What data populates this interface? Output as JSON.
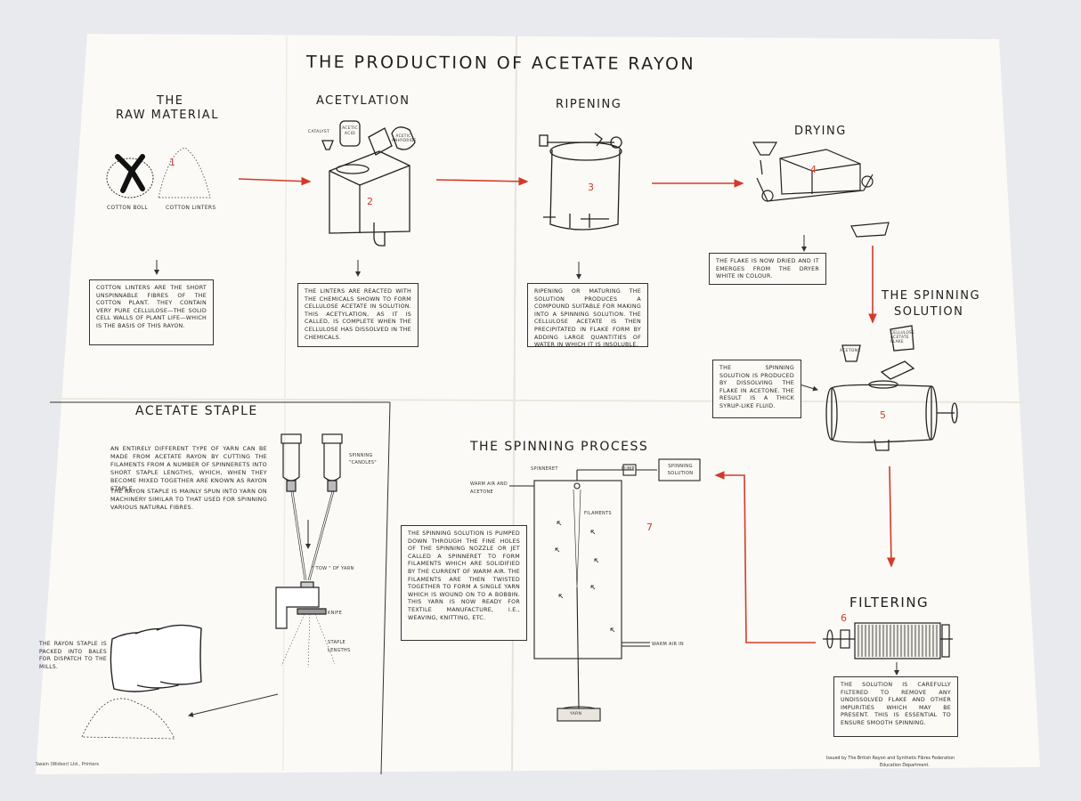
{
  "title": "THE PRODUCTION OF ACETATE RAYON",
  "colors": {
    "paper": "#fbfaf6",
    "ink": "#222222",
    "accent_red": "#d43a2a",
    "background": "#e9eaee"
  },
  "steps": {
    "raw_material": {
      "title_line1": "THE",
      "title_line2": "RAW MATERIAL",
      "number": "1",
      "label_left": "COTTON BOLL",
      "label_right": "COTTON LINTERS",
      "description": "COTTON LINTERS ARE THE SHORT UNSPINNABLE FIBRES OF THE COTTON PLANT. THEY CONTAIN VERY PURE CELLULOSE—THE SOLID CELL WALLS OF PLANT LIFE—WHICH IS THE BASIS OF THIS RAYON."
    },
    "acetylation": {
      "title": "ACETYLATION",
      "number": "2",
      "label_catalyst": "CATALYST",
      "label_acid": "ACETIC ACID",
      "label_anhydride": "ACETIC ANHYDRIDE",
      "description": "THE LINTERS ARE REACTED WITH THE CHEMICALS SHOWN TO FORM CELLULOSE ACETATE IN SOLUTION. THIS ACETYLATION, AS IT IS CALLED, IS COMPLETE WHEN THE CELLULOSE HAS DISSOLVED IN THE CHEMICALS."
    },
    "ripening": {
      "title": "RIPENING",
      "number": "3",
      "description": "RIPENING OR MATURING THE SOLUTION PRODUCES A COMPOUND SUITABLE FOR MAKING INTO A SPINNING SOLUTION. THE CELLULOSE ACETATE IS THEN PRECIPITATED IN FLAKE FORM BY ADDING LARGE QUANTITIES OF WATER IN WHICH IT IS INSOLUBLE."
    },
    "drying": {
      "title": "DRYING",
      "number": "4",
      "description": "THE FLAKE IS NOW DRIED AND IT EMERGES FROM THE DRYER WHITE IN COLOUR."
    },
    "spinning_solution": {
      "title_line1": "THE SPINNING",
      "title_line2": "SOLUTION",
      "number": "5",
      "label_acetone": "ACETONE",
      "label_flake": "CELLULOSE ACETATE FLAKE",
      "description": "THE SPINNING SOLUTION IS PRODUCED BY DISSOLVING THE FLAKE IN ACETONE. THE RESULT IS A THICK SYRUP-LIKE FLUID."
    },
    "filtering": {
      "title": "FILTERING",
      "number": "6",
      "description": "THE SOLUTION IS CAREFULLY FILTERED TO REMOVE ANY UNDISSOLVED FLAKE AND OTHER IMPURITIES WHICH MAY BE PRESENT. THIS IS ESSENTIAL TO ENSURE SMOOTH SPINNING."
    },
    "spinning_process": {
      "title": "THE SPINNING PROCESS",
      "number": "7",
      "label_spinneret": "SPINNERET",
      "label_pump": "PUMP",
      "label_solution": "SPINNING SOLUTION",
      "label_warm_air_acetone": "WARM AIR AND ACETONE",
      "label_filaments": "FILAMENTS",
      "label_warm_air_in": "WARM AIR IN",
      "label_yarn": "YARN",
      "description": "THE SPINNING SOLUTION IS PUMPED DOWN THROUGH THE FINE HOLES OF THE SPINNING NOZZLE OR JET CALLED A SPINNERET TO FORM FILAMENTS WHICH ARE SOLIDIFIED BY THE CURRENT OF WARM AIR. THE FILAMENTS ARE THEN TWISTED TOGETHER TO FORM A SINGLE YARN WHICH IS WOUND ON TO A BOBBIN. THIS YARN IS NOW READY FOR TEXTILE MANUFACTURE, I.E., WEAVING, KNITTING, ETC."
    }
  },
  "staple": {
    "title": "ACETATE STAPLE",
    "paragraph1": "AN ENTIRELY DIFFERENT TYPE OF YARN CAN BE MADE FROM ACETATE RAYON BY CUTTING THE FILAMENTS FROM A NUMBER OF SPINNERETS INTO SHORT STAPLE LENGTHS, WHICH, WHEN THEY BECOME MIXED TOGETHER ARE KNOWN AS RAYON STAPLE.",
    "paragraph2": "THE RAYON STAPLE IS MAINLY SPUN INTO YARN ON MACHINERY SIMILAR TO THAT USED FOR SPINNING VARIOUS NATURAL FIBRES.",
    "label_candles": "SPINNING \"CANDLES\"",
    "label_tow": "\" TOW \" OF YARN",
    "label_knife": "KNIFE",
    "label_staple_lengths": "STAPLE LENGTHS",
    "bales_text": "THE RAYON STAPLE IS PACKED INTO BALES FOR DISPATCH TO THE MILLS."
  },
  "footer": {
    "printer": "Swain (Widsor) Ltd., Printers",
    "issuer_line1": "Issued by The British Rayon and Synthetic Fibres Federation",
    "issuer_line2": "Education Department."
  }
}
